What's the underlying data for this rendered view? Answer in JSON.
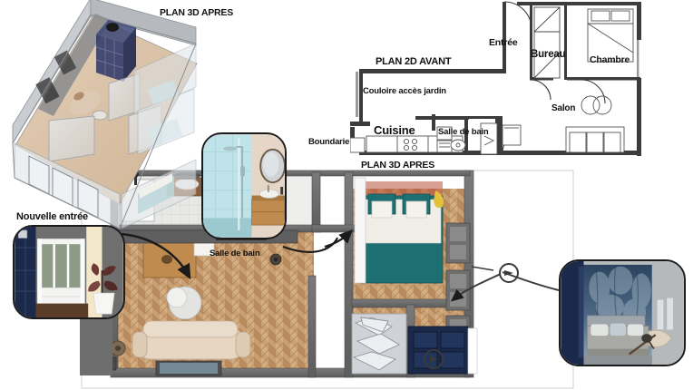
{
  "board": {
    "title_top_left": "PLAN 3D APRES",
    "title_2d": "PLAN 2D AVANT",
    "title_3d_bottom": "PLAN 3D APRES"
  },
  "labels": {
    "plan_3d_apres_top": "PLAN 3D APRES",
    "plan_2d_avant": "PLAN 2D AVANT",
    "plan_3d_apres_bottom": "PLAN 3D APRES",
    "nouvelle_entree": "Nouvelle entrée",
    "salle_de_bain_inset": "Salle de bain"
  },
  "plan2d": {
    "title": "PLAN 2D AVANT",
    "rooms": [
      {
        "name": "entree",
        "label": "Entrée"
      },
      {
        "name": "bureau",
        "label": "Bureau"
      },
      {
        "name": "chambre",
        "label": "Chambre"
      },
      {
        "name": "salon",
        "label": "Salon"
      },
      {
        "name": "couloir",
        "label": "Couloire accès jardin"
      },
      {
        "name": "cuisine",
        "label": "Cuisine"
      },
      {
        "name": "salle-de-bain",
        "label": "Salle de bain"
      },
      {
        "name": "boundarie",
        "label": "Boundarie"
      }
    ]
  },
  "insets": [
    {
      "name": "salle-de-bain",
      "caption": "Salle de bain"
    },
    {
      "name": "nouvelle-entree",
      "caption": "Nouvelle entrée"
    },
    {
      "name": "chambre-bleue",
      "caption": ""
    }
  ],
  "colors": {
    "wall_dark": "#3a3a3a",
    "wall_line": "#1b1b1b",
    "paper": "#ffffff",
    "navy": "#1b2a4a",
    "navy_light": "#3b4a72",
    "wood_floor": "#c79a69",
    "wood_floor_dark": "#a87c4f",
    "tile_blue": "#bfe3e8",
    "teal": "#1d6f72",
    "grey_wall": "#6e6e6e",
    "grey_light": "#b8b8b8",
    "cream": "#ece2cf",
    "text": "#111111"
  }
}
